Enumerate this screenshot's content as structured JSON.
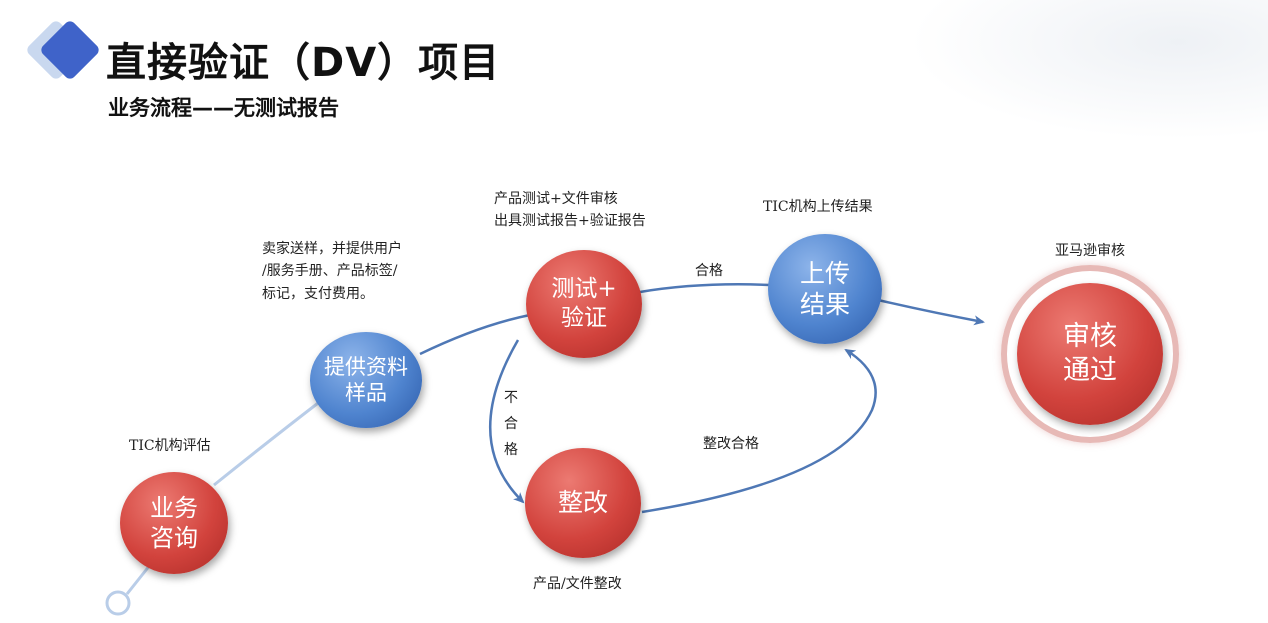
{
  "header": {
    "title": "直接验证（DV）项目",
    "subtitle": "业务流程——无测试报告"
  },
  "nodes": {
    "consult": "业务\n咨询",
    "provide": "提供资料\n样品",
    "test": "测试+\n验证",
    "rectify": "整改",
    "upload": "上传\n结果",
    "approved": "审核\n通过"
  },
  "labels": {
    "tic_assess": "TIC机构评估",
    "seller_send": "卖家送样，并提供用户\n/服务手册、产品标签/\n标记，支付费用。",
    "test_desc": "产品测试+文件审核\n出具测试报告+验证报告",
    "tic_upload": "TIC机构上传结果",
    "amazon_review": "亚马逊审核",
    "pass": "合格",
    "fail": "不\n合\n格",
    "rectify_pass": "整改合格",
    "rectify_desc": "产品/文件整改"
  },
  "colors": {
    "red_node": "#d2433d",
    "blue_node": "#4f84cf",
    "connector": "#b9cde8",
    "arrow": "#4f78b5"
  }
}
